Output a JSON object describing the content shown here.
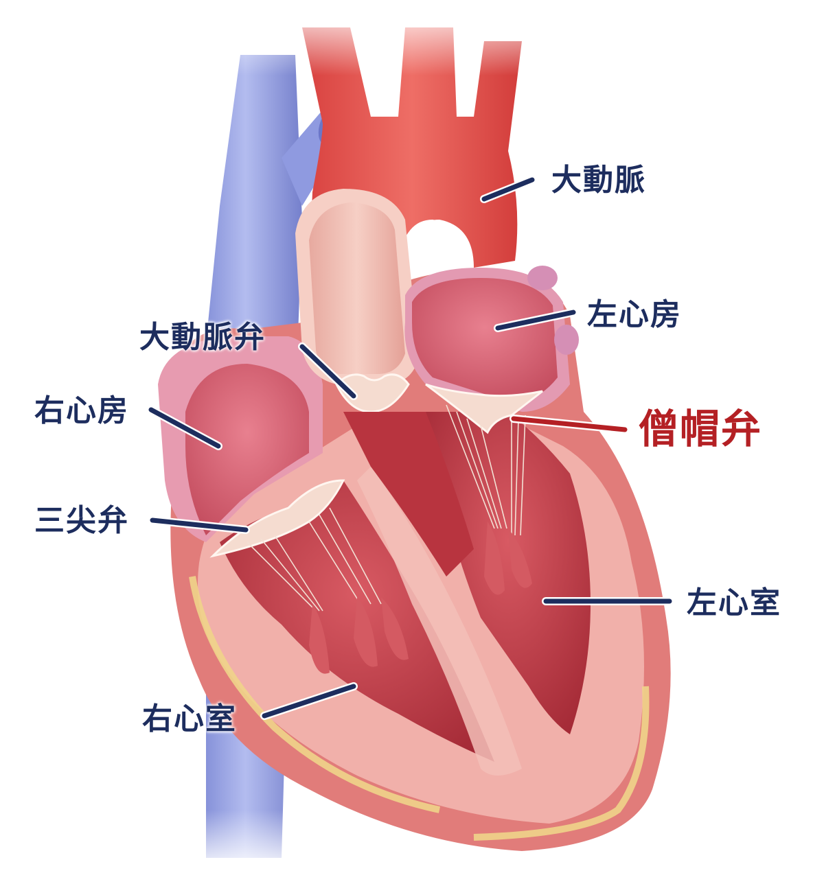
{
  "diagram": {
    "subject": "Heart cross-section (anterior view)",
    "highlighted_label": "mitral_valve",
    "colors": {
      "label_text": "#1d2d5e",
      "highlight_text": "#b42024",
      "leader_line": "#1d2d5e",
      "highlight_leader_line": "#b42024",
      "vena_cava": "#8a95d8",
      "aorta": "#dc4a47",
      "myocardium": "#f2b3ae",
      "chamber_interior": "#b8343f",
      "atrium_wall": "#e79bb0",
      "valve": "#f5dcd0",
      "epicardial_fat": "#efd48a"
    }
  },
  "labels": {
    "aorta": "大動脈",
    "left_atrium": "左心房",
    "aortic_valve": "大動脈弁",
    "mitral_valve": "僧帽弁",
    "right_atrium": "右心房",
    "tricuspid_valve": "三尖弁",
    "left_ventricle": "左心室",
    "right_ventricle": "右心室"
  }
}
